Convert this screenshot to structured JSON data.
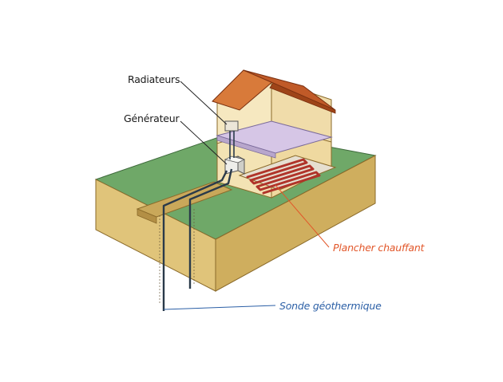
{
  "labels": {
    "radiators": "Radiateurs",
    "generator": "Générateur",
    "heated_floor": "Plancher chauffant",
    "geothermal_probe": "Sonde géothermique"
  },
  "colors": {
    "grass": "#6fa868",
    "soil": "#e0c47a",
    "soil_dark": "#c9a85a",
    "wall": "#f3e3b4",
    "roof": "#c05a28",
    "floor": "#d6c6e6",
    "pipe": "#2a3a4a",
    "heated_floor_label": "#e2572a",
    "probe_label": "#2b5fa6"
  }
}
